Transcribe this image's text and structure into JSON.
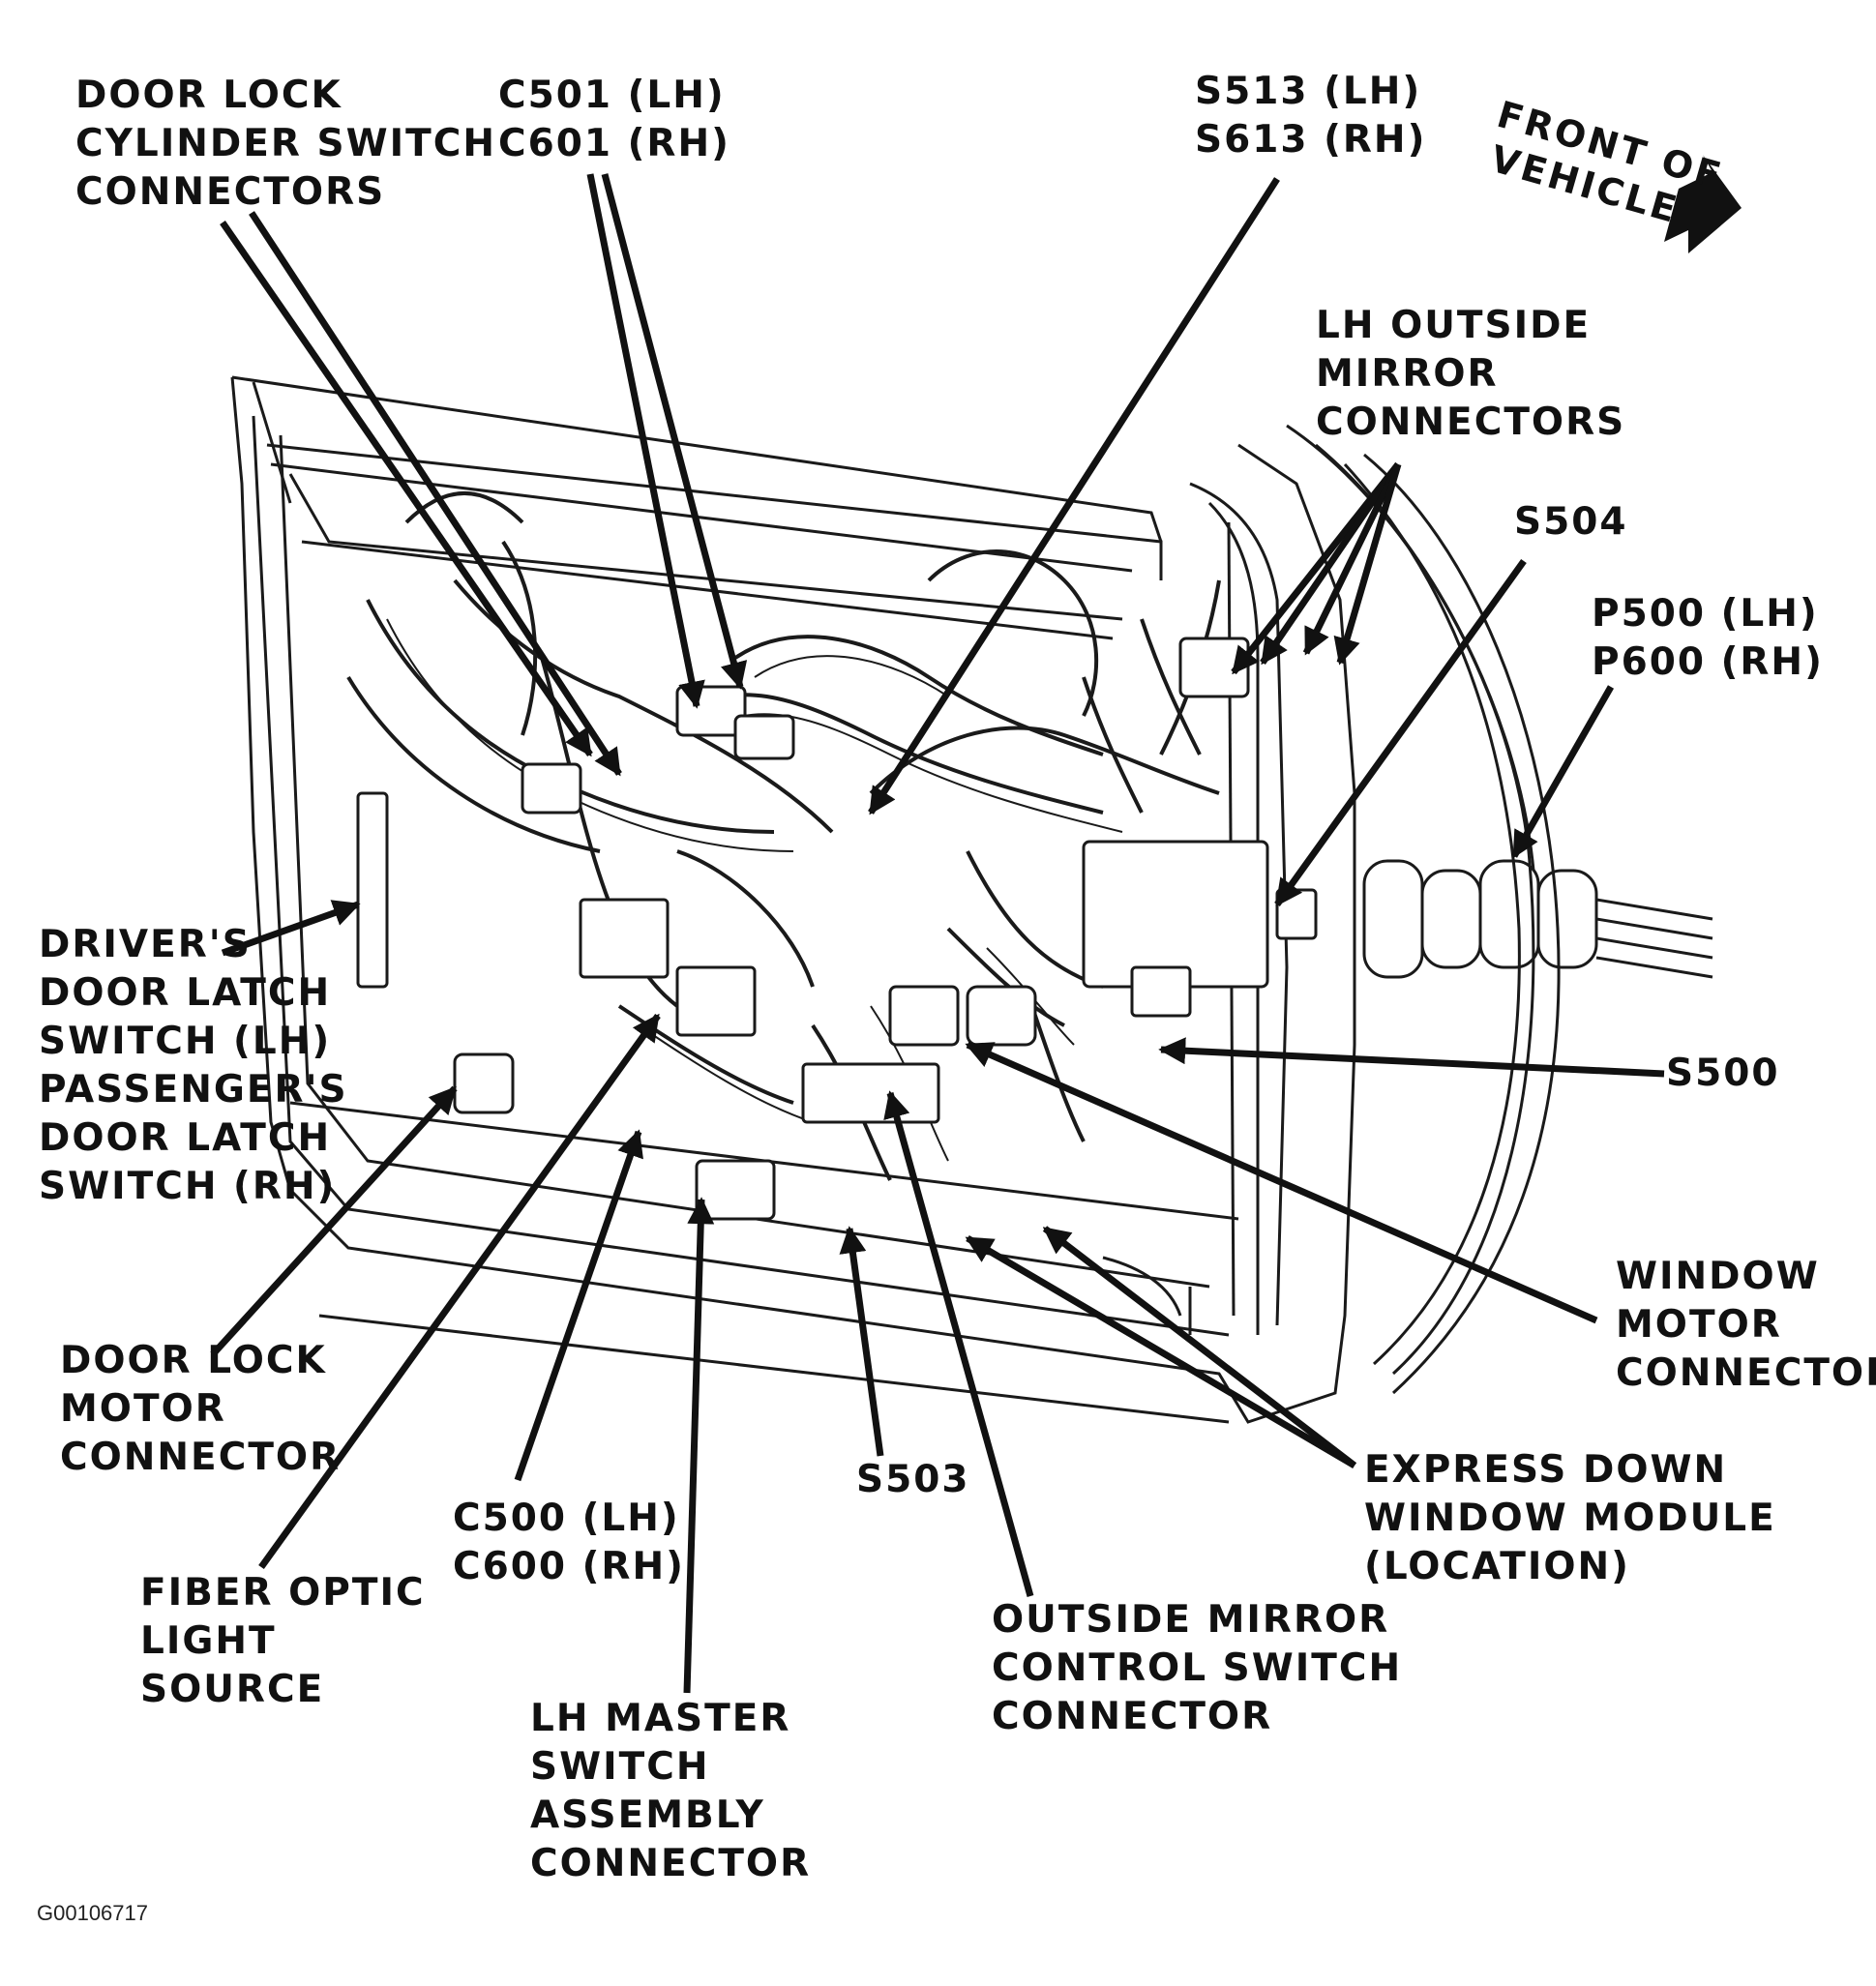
{
  "callouts": {
    "door_lock_cylinder": [
      "DOOR LOCK",
      "CYLINDER SWITCH",
      "CONNECTORS"
    ],
    "c501": [
      "C501 (LH)",
      "C601 (RH)"
    ],
    "s513": [
      "S513 (LH)",
      "S613 (RH)"
    ],
    "front_of_vehicle": [
      "FRONT OF",
      "VEHICLE"
    ],
    "lh_outside_mirror": [
      "LH OUTSIDE",
      "MIRROR",
      "CONNECTORS"
    ],
    "s504": "S504",
    "p500": [
      "P500 (LH)",
      "P600 (RH)"
    ],
    "door_latch": [
      "DRIVER'S",
      "DOOR LATCH",
      "SWITCH (LH)",
      "PASSENGER'S",
      "DOOR LATCH",
      "SWITCH (RH)"
    ],
    "s500": "S500",
    "window_motor": [
      "WINDOW",
      "MOTOR",
      "CONNECTOR"
    ],
    "door_lock_motor": [
      "DOOR LOCK",
      "MOTOR",
      "CONNECTOR"
    ],
    "express_down": [
      "EXPRESS DOWN",
      "WINDOW MODULE",
      "(LOCATION)"
    ],
    "s503": "S503",
    "c500": [
      "C500 (LH)",
      "C600 (RH)"
    ],
    "fiber_optic": [
      "FIBER OPTIC",
      "LIGHT",
      "SOURCE"
    ],
    "outside_mirror_switch": [
      "OUTSIDE MIRROR",
      "CONTROL SWITCH",
      "CONNECTOR"
    ],
    "lh_master_switch": [
      "LH MASTER",
      "SWITCH",
      "ASSEMBLY",
      "CONNECTOR"
    ]
  },
  "figure_code": "G00106717"
}
